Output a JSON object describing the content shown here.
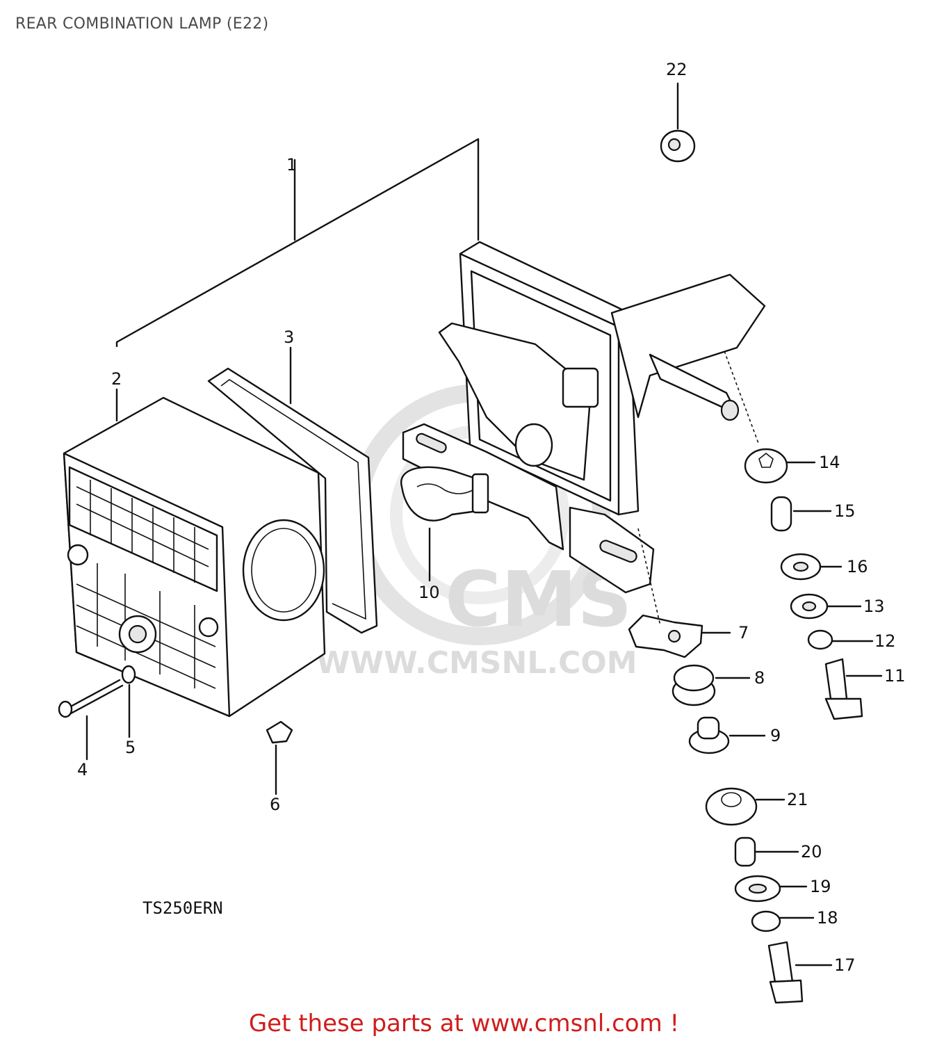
{
  "header": {
    "title": "REAR COMBINATION LAMP (E22)"
  },
  "model_code": "TS250ERN",
  "watermark": {
    "brand": "CMS",
    "url": "WWW.CMSNL.COM"
  },
  "footer": {
    "cta": "Get these parts at www.cmsnl.com !",
    "color": "#d01c1c"
  },
  "callouts": [
    "1",
    "2",
    "3",
    "4",
    "5",
    "6",
    "7",
    "8",
    "9",
    "10",
    "11",
    "12",
    "13",
    "14",
    "15",
    "16",
    "17",
    "18",
    "19",
    "20",
    "21",
    "22"
  ]
}
